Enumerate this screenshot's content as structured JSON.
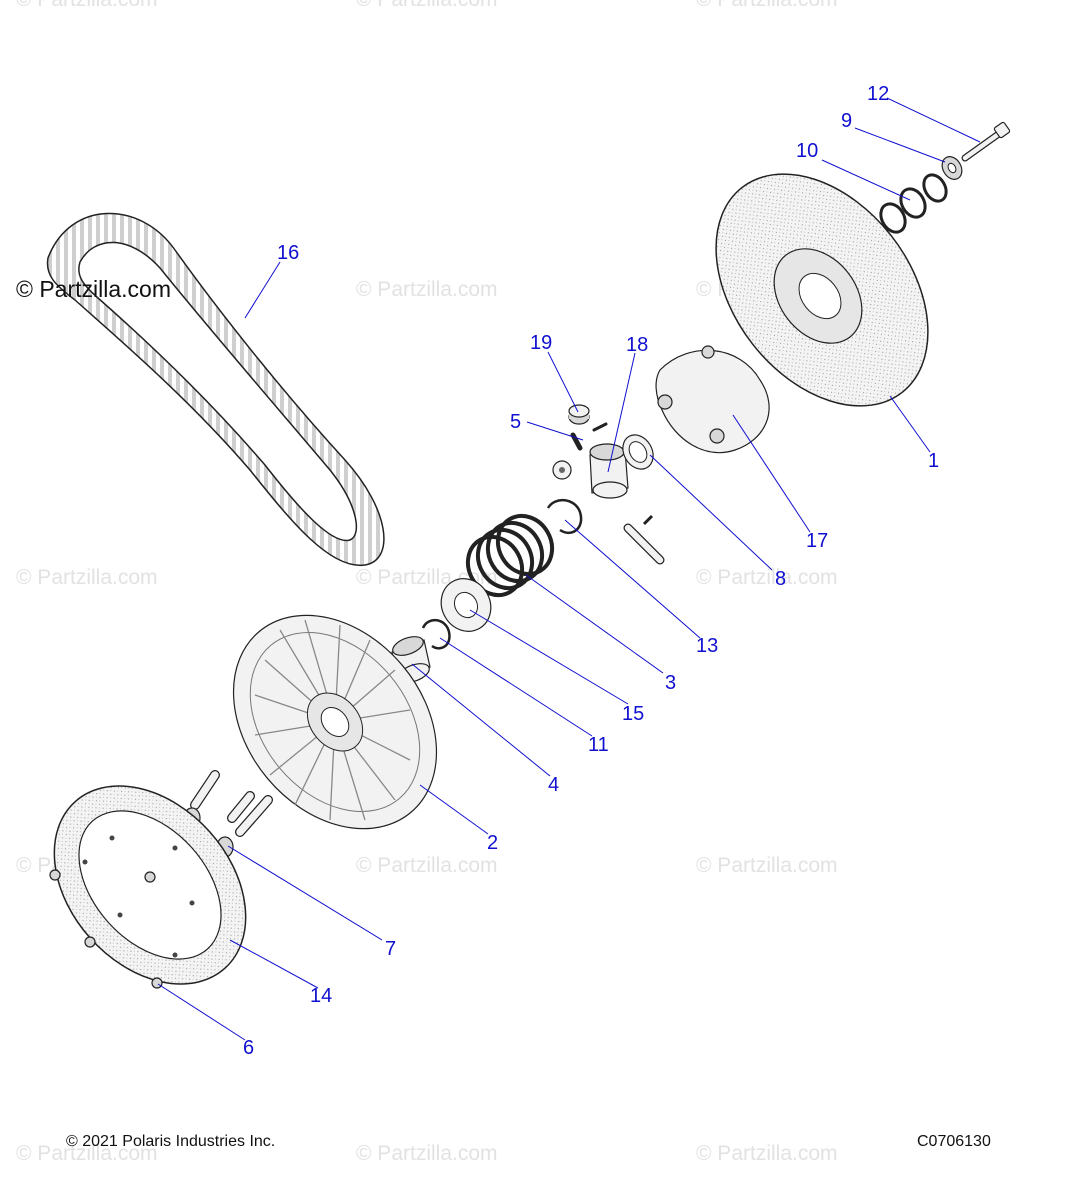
{
  "watermark": "© Partzilla.com",
  "brand_watermark": "© Partzilla.com",
  "footer": {
    "copyright": "© 2021 Polaris Industries Inc.",
    "code": "C0706130"
  },
  "callouts": [
    "12",
    "9",
    "10",
    "16",
    "19",
    "18",
    "5",
    "1",
    "17",
    "8",
    "13",
    "3",
    "15",
    "11",
    "4",
    "2",
    "7",
    "14",
    "6"
  ]
}
